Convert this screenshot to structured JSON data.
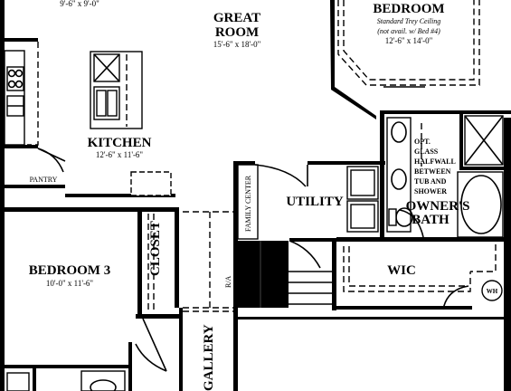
{
  "rooms": {
    "top_left_dims": "9'-6\" x 9'-0\"",
    "great_room": {
      "line1": "GREAT",
      "line2": "ROOM",
      "dims": "15'-6\" x 18'-0\""
    },
    "bedroom_top": {
      "name": "BEDROOM",
      "note1": "Standard Trey Ceiling",
      "note2": "(not avail. w/ Bed #4)",
      "dims": "12'-6\" x 14'-0\""
    },
    "kitchen": {
      "name": "KITCHEN",
      "dims": "12'-6\" x 11'-6\""
    },
    "pantry": "PANTRY",
    "utility": "UTILITY",
    "family_center": "FAMILY CENTER",
    "owners_bath": {
      "line1": "OWNER'S",
      "line2": "BATH"
    },
    "opt_glass": [
      "OPT.",
      "GLASS",
      "HALFWALL",
      "BETWEEN",
      "TUB AND",
      "SHOWER"
    ],
    "bedroom3": {
      "name": "BEDROOM 3",
      "dims": "10'-0\" x 11'-6\""
    },
    "closet": "CLOSET",
    "wic": "WIC",
    "ra": "R/A",
    "gallery": "GALLERY",
    "wh": "WH"
  }
}
